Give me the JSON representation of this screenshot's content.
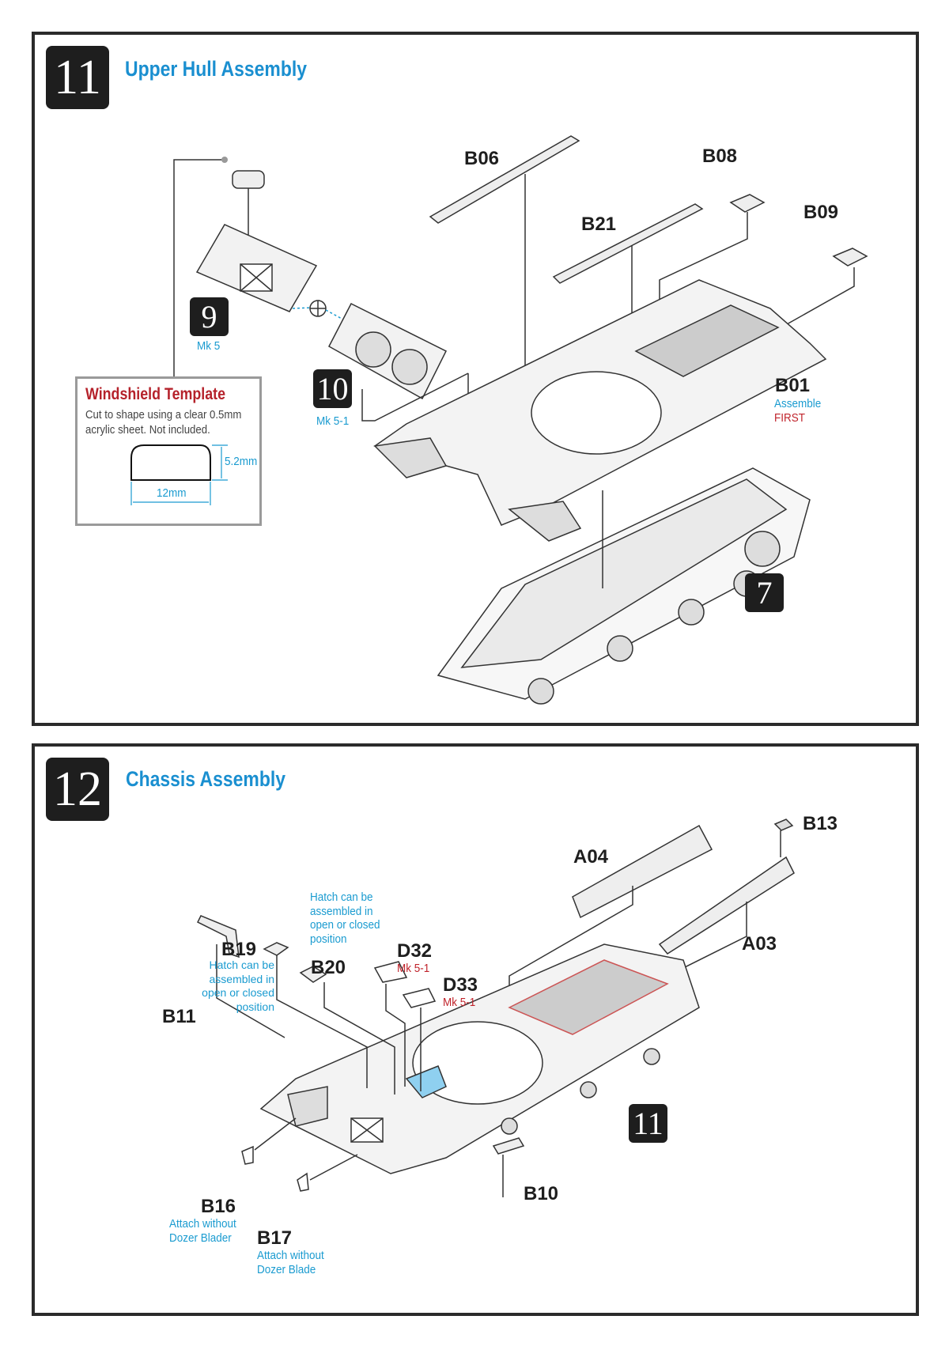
{
  "step11": {
    "number": "11",
    "title": "Upper Hull Assembly",
    "parts": {
      "b06": "B06",
      "b08": "B08",
      "b21": "B21",
      "b09": "B09",
      "b01": "B01"
    },
    "b01_note1": "Assemble",
    "b01_note2": "FIRST",
    "ref9": {
      "number": "9",
      "note": "Mk 5"
    },
    "ref10": {
      "number": "10",
      "note": "Mk 5-1"
    },
    "ref7": {
      "number": "7"
    },
    "windshield": {
      "title": "Windshield Template",
      "desc1": "Cut to shape using a clear 0.5mm",
      "desc2": "acrylic sheet. Not included.",
      "height": "5.2mm",
      "width": "12mm"
    }
  },
  "step12": {
    "number": "12",
    "title": "Chassis Assembly",
    "parts": {
      "b13": "B13",
      "a04": "A04",
      "a03": "A03",
      "b19": "B19",
      "b20": "B20",
      "d32": "D32",
      "d33": "D33",
      "b11": "B11",
      "b10": "B10",
      "b16": "B16",
      "b17": "B17"
    },
    "hatch_note": [
      "Hatch can be",
      "assembled in",
      "open or closed",
      "position"
    ],
    "mk_d32": "Mk 5-1",
    "mk_d33": "Mk 5-1",
    "ref11": {
      "number": "11"
    },
    "b16_note": [
      "Attach without",
      "Dozer Blader"
    ],
    "b17_note": [
      "Attach without",
      "Dozer Blade"
    ]
  },
  "colors": {
    "accent": "#1a8fd0",
    "warning": "#c0232b",
    "highlight": "#8fd0f0"
  }
}
